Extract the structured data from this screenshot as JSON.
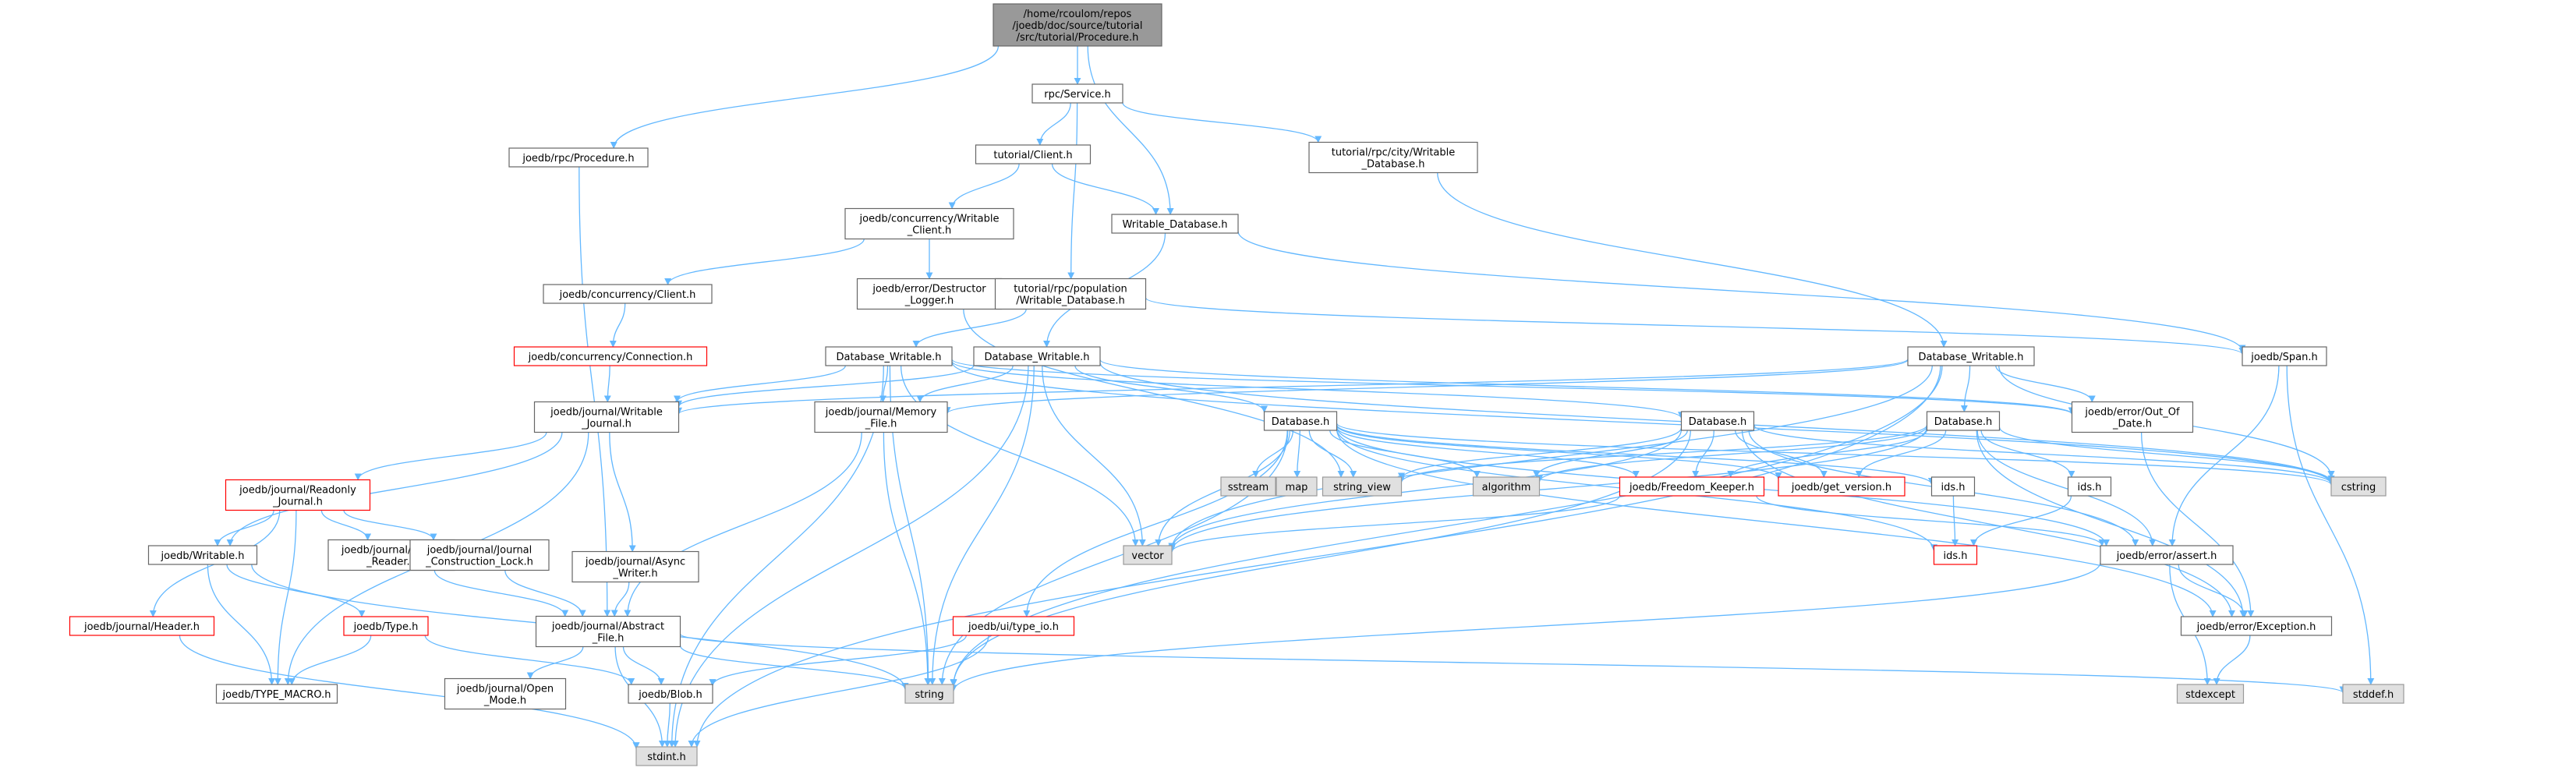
{
  "colors": {
    "edge": "#63b8ff",
    "node_border": "#666666",
    "node_border_incomplete": "#ff0000",
    "node_fill": "#ffffff",
    "root_fill": "#999999",
    "system_fill": "#e0e0e0",
    "system_border": "#999999"
  },
  "nodes": [
    {
      "id": "root",
      "lines": [
        "/home/rcoulom/repos",
        "/joedb/doc/source/tutorial",
        "/src/tutorial/Procedure.h"
      ],
      "kind": "root"
    },
    {
      "id": "rpc_service",
      "lines": [
        "rpc/Service.h"
      ],
      "kind": "normal"
    },
    {
      "id": "rpc_procedure",
      "lines": [
        "joedb/rpc/Procedure.h"
      ],
      "kind": "normal"
    },
    {
      "id": "tut_client",
      "lines": [
        "tutorial/Client.h"
      ],
      "kind": "normal"
    },
    {
      "id": "city_wdb",
      "lines": [
        "tutorial/rpc/city/Writable",
        "_Database.h"
      ],
      "kind": "normal"
    },
    {
      "id": "conc_wclient",
      "lines": [
        "joedb/concurrency/Writable",
        "_Client.h"
      ],
      "kind": "normal"
    },
    {
      "id": "writable_db",
      "lines": [
        "Writable_Database.h"
      ],
      "kind": "normal"
    },
    {
      "id": "conc_client",
      "lines": [
        "joedb/concurrency/Client.h"
      ],
      "kind": "normal"
    },
    {
      "id": "destructor_logger",
      "lines": [
        "joedb/error/Destructor",
        "_Logger.h"
      ],
      "kind": "normal"
    },
    {
      "id": "pop_wdb",
      "lines": [
        "tutorial/rpc/population",
        "/Writable_Database.h"
      ],
      "kind": "normal"
    },
    {
      "id": "connection",
      "lines": [
        "joedb/concurrency/Connection.h"
      ],
      "kind": "incomplete"
    },
    {
      "id": "dbw1",
      "lines": [
        "Database_Writable.h"
      ],
      "kind": "normal"
    },
    {
      "id": "dbw2",
      "lines": [
        "Database_Writable.h"
      ],
      "kind": "normal"
    },
    {
      "id": "dbw3",
      "lines": [
        "Database_Writable.h"
      ],
      "kind": "normal"
    },
    {
      "id": "span",
      "lines": [
        "joedb/Span.h"
      ],
      "kind": "normal"
    },
    {
      "id": "writable_journal",
      "lines": [
        "joedb/journal/Writable",
        "_Journal.h"
      ],
      "kind": "normal"
    },
    {
      "id": "memory_file",
      "lines": [
        "joedb/journal/Memory",
        "_File.h"
      ],
      "kind": "normal"
    },
    {
      "id": "db1",
      "lines": [
        "Database.h"
      ],
      "kind": "normal"
    },
    {
      "id": "db2",
      "lines": [
        "Database.h"
      ],
      "kind": "normal"
    },
    {
      "id": "db3",
      "lines": [
        "Database.h"
      ],
      "kind": "normal"
    },
    {
      "id": "out_of_date",
      "lines": [
        "joedb/error/Out_Of",
        "_Date.h"
      ],
      "kind": "normal"
    },
    {
      "id": "readonly_journal",
      "lines": [
        "joedb/journal/Readonly",
        "_Journal.h"
      ],
      "kind": "incomplete"
    },
    {
      "id": "sstream",
      "lines": [
        "sstream"
      ],
      "kind": "system"
    },
    {
      "id": "map",
      "lines": [
        "map"
      ],
      "kind": "system"
    },
    {
      "id": "string_view",
      "lines": [
        "string_view"
      ],
      "kind": "system"
    },
    {
      "id": "algorithm",
      "lines": [
        "algorithm"
      ],
      "kind": "system"
    },
    {
      "id": "freedom_keeper",
      "lines": [
        "joedb/Freedom_Keeper.h"
      ],
      "kind": "incomplete"
    },
    {
      "id": "get_version",
      "lines": [
        "joedb/get_version.h"
      ],
      "kind": "incomplete"
    },
    {
      "id": "ids_a",
      "lines": [
        "ids.h"
      ],
      "kind": "normal"
    },
    {
      "id": "ids_b",
      "lines": [
        "ids.h"
      ],
      "kind": "normal"
    },
    {
      "id": "cstring",
      "lines": [
        "cstring"
      ],
      "kind": "system"
    },
    {
      "id": "vector",
      "lines": [
        "vector"
      ],
      "kind": "system"
    },
    {
      "id": "ids_red",
      "lines": [
        "ids.h"
      ],
      "kind": "incomplete"
    },
    {
      "id": "async_writer",
      "lines": [
        "joedb/journal/Async",
        "_Writer.h"
      ],
      "kind": "normal"
    },
    {
      "id": "writable_h",
      "lines": [
        "joedb/Writable.h"
      ],
      "kind": "normal"
    },
    {
      "id": "async_reader",
      "lines": [
        "joedb/journal/Async",
        "_Reader.h"
      ],
      "kind": "normal"
    },
    {
      "id": "construction_lock",
      "lines": [
        "joedb/journal/Journal",
        "_Construction_Lock.h"
      ],
      "kind": "normal"
    },
    {
      "id": "assert_h",
      "lines": [
        "joedb/error/assert.h"
      ],
      "kind": "normal"
    },
    {
      "id": "header_h",
      "lines": [
        "joedb/journal/Header.h"
      ],
      "kind": "incomplete"
    },
    {
      "id": "type_h",
      "lines": [
        "joedb/Type.h"
      ],
      "kind": "incomplete"
    },
    {
      "id": "abstract_file",
      "lines": [
        "joedb/journal/Abstract",
        "_File.h"
      ],
      "kind": "normal"
    },
    {
      "id": "type_io",
      "lines": [
        "joedb/ui/type_io.h"
      ],
      "kind": "incomplete"
    },
    {
      "id": "exception_h",
      "lines": [
        "joedb/error/Exception.h"
      ],
      "kind": "normal"
    },
    {
      "id": "type_macro",
      "lines": [
        "joedb/TYPE_MACRO.h"
      ],
      "kind": "normal"
    },
    {
      "id": "open_mode",
      "lines": [
        "joedb/journal/Open",
        "_Mode.h"
      ],
      "kind": "normal"
    },
    {
      "id": "blob_h",
      "lines": [
        "joedb/Blob.h"
      ],
      "kind": "normal"
    },
    {
      "id": "string",
      "lines": [
        "string"
      ],
      "kind": "system"
    },
    {
      "id": "stdexcept",
      "lines": [
        "stdexcept"
      ],
      "kind": "system"
    },
    {
      "id": "stddef",
      "lines": [
        "stddef.h"
      ],
      "kind": "system"
    },
    {
      "id": "stdint",
      "lines": [
        "stdint.h"
      ],
      "kind": "system"
    }
  ],
  "edges": [
    [
      "root",
      "rpc_service"
    ],
    [
      "root",
      "rpc_procedure"
    ],
    [
      "root",
      "writable_db"
    ],
    [
      "rpc_service",
      "tut_client"
    ],
    [
      "rpc_service",
      "city_wdb"
    ],
    [
      "rpc_service",
      "pop_wdb"
    ],
    [
      "rpc_procedure",
      "abstract_file"
    ],
    [
      "tut_client",
      "conc_wclient"
    ],
    [
      "tut_client",
      "writable_db"
    ],
    [
      "city_wdb",
      "dbw3"
    ],
    [
      "conc_wclient",
      "conc_client"
    ],
    [
      "conc_wclient",
      "destructor_logger"
    ],
    [
      "writable_db",
      "dbw2"
    ],
    [
      "writable_db",
      "span"
    ],
    [
      "conc_client",
      "connection"
    ],
    [
      "connection",
      "writable_journal"
    ],
    [
      "destructor_logger",
      "string_view"
    ],
    [
      "pop_wdb",
      "dbw1"
    ],
    [
      "pop_wdb",
      "span"
    ],
    [
      "span",
      "assert_h"
    ],
    [
      "span",
      "stddef"
    ],
    [
      "dbw1",
      "writable_journal"
    ],
    [
      "dbw1",
      "memory_file"
    ],
    [
      "dbw1",
      "db2"
    ],
    [
      "dbw1",
      "out_of_date"
    ],
    [
      "dbw1",
      "vector"
    ],
    [
      "dbw1",
      "string"
    ],
    [
      "dbw1",
      "stdint"
    ],
    [
      "dbw1",
      "cstring"
    ],
    [
      "dbw2",
      "writable_journal"
    ],
    [
      "dbw2",
      "memory_file"
    ],
    [
      "dbw2",
      "db1"
    ],
    [
      "dbw2",
      "out_of_date"
    ],
    [
      "dbw2",
      "vector"
    ],
    [
      "dbw2",
      "string"
    ],
    [
      "dbw2",
      "stdint"
    ],
    [
      "dbw2",
      "cstring"
    ],
    [
      "dbw3",
      "writable_journal"
    ],
    [
      "dbw3",
      "memory_file"
    ],
    [
      "dbw3",
      "db3"
    ],
    [
      "dbw3",
      "out_of_date"
    ],
    [
      "dbw3",
      "vector"
    ],
    [
      "dbw3",
      "string"
    ],
    [
      "dbw3",
      "stdint"
    ],
    [
      "dbw3",
      "cstring"
    ],
    [
      "writable_journal",
      "readonly_journal"
    ],
    [
      "writable_journal",
      "async_writer"
    ],
    [
      "writable_journal",
      "writable_h"
    ],
    [
      "writable_journal",
      "type_macro"
    ],
    [
      "memory_file",
      "abstract_file"
    ],
    [
      "memory_file",
      "string"
    ],
    [
      "db1",
      "sstream"
    ],
    [
      "db1",
      "map"
    ],
    [
      "db1",
      "string_view"
    ],
    [
      "db1",
      "algorithm"
    ],
    [
      "db1",
      "freedom_keeper"
    ],
    [
      "db1",
      "get_version"
    ],
    [
      "db1",
      "ids_a"
    ],
    [
      "db1",
      "cstring"
    ],
    [
      "db1",
      "vector"
    ],
    [
      "db1",
      "string"
    ],
    [
      "db1",
      "ids_red"
    ],
    [
      "db1",
      "type_io"
    ],
    [
      "db1",
      "assert_h"
    ],
    [
      "db1",
      "exception_h"
    ],
    [
      "db2",
      "string_view"
    ],
    [
      "db2",
      "algorithm"
    ],
    [
      "db2",
      "freedom_keeper"
    ],
    [
      "db2",
      "get_version"
    ],
    [
      "db2",
      "cstring"
    ],
    [
      "db2",
      "vector"
    ],
    [
      "db2",
      "string"
    ],
    [
      "db2",
      "assert_h"
    ],
    [
      "db2",
      "exception_h"
    ],
    [
      "db3",
      "string_view"
    ],
    [
      "db3",
      "algorithm"
    ],
    [
      "db3",
      "freedom_keeper"
    ],
    [
      "db3",
      "get_version"
    ],
    [
      "db3",
      "ids_b"
    ],
    [
      "db3",
      "cstring"
    ],
    [
      "db3",
      "vector"
    ],
    [
      "db3",
      "assert_h"
    ],
    [
      "db3",
      "exception_h"
    ],
    [
      "out_of_date",
      "exception_h"
    ],
    [
      "freedom_keeper",
      "vector"
    ],
    [
      "freedom_keeper",
      "assert_h"
    ],
    [
      "ids_a",
      "ids_red"
    ],
    [
      "ids_b",
      "ids_red"
    ],
    [
      "readonly_journal",
      "writable_h"
    ],
    [
      "readonly_journal",
      "async_reader"
    ],
    [
      "readonly_journal",
      "construction_lock"
    ],
    [
      "readonly_journal",
      "header_h"
    ],
    [
      "readonly_journal",
      "type_macro"
    ],
    [
      "async_writer",
      "abstract_file"
    ],
    [
      "writable_h",
      "type_h"
    ],
    [
      "writable_h",
      "type_macro"
    ],
    [
      "writable_h",
      "string"
    ],
    [
      "async_reader",
      "abstract_file"
    ],
    [
      "construction_lock",
      "abstract_file"
    ],
    [
      "header_h",
      "stdint"
    ],
    [
      "type_h",
      "blob_h"
    ],
    [
      "type_h",
      "type_macro"
    ],
    [
      "abstract_file",
      "open_mode"
    ],
    [
      "abstract_file",
      "blob_h"
    ],
    [
      "abstract_file",
      "string"
    ],
    [
      "abstract_file",
      "stdint"
    ],
    [
      "abstract_file",
      "stddef"
    ],
    [
      "type_io",
      "blob_h"
    ],
    [
      "type_io",
      "stdint"
    ],
    [
      "assert_h",
      "exception_h"
    ],
    [
      "assert_h",
      "stdexcept"
    ],
    [
      "assert_h",
      "string"
    ],
    [
      "exception_h",
      "stdexcept"
    ],
    [
      "blob_h",
      "stdint"
    ]
  ]
}
